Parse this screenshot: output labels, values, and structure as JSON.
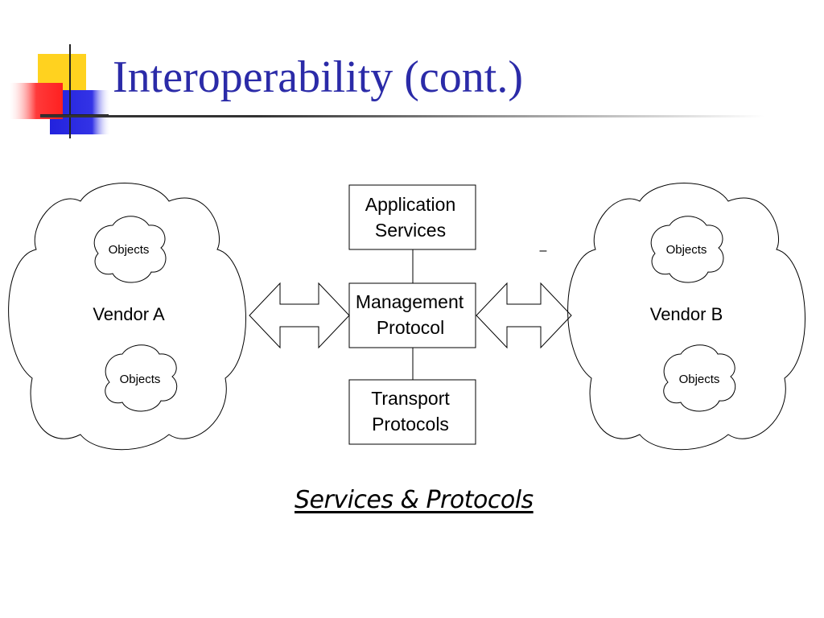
{
  "slide": {
    "title": "Interoperability (cont.)",
    "caption": "Services & Protocols"
  },
  "diagram": {
    "vendor_a": {
      "label": "Vendor A",
      "objects": [
        "Objects",
        "Objects"
      ]
    },
    "vendor_b": {
      "label": "Vendor B",
      "objects": [
        "Objects",
        "Objects"
      ]
    },
    "stack": {
      "application": [
        "Application",
        "Services"
      ],
      "management": [
        "Management",
        "Protocol"
      ],
      "transport": [
        "Transport",
        "Protocols"
      ]
    },
    "stray_mark": "–"
  },
  "colors": {
    "title": "#2b2ba8",
    "logo_yellow": "#ffd21f",
    "logo_red": "#ff3030",
    "logo_blue": "#2a2ae0",
    "line": "#000000"
  }
}
